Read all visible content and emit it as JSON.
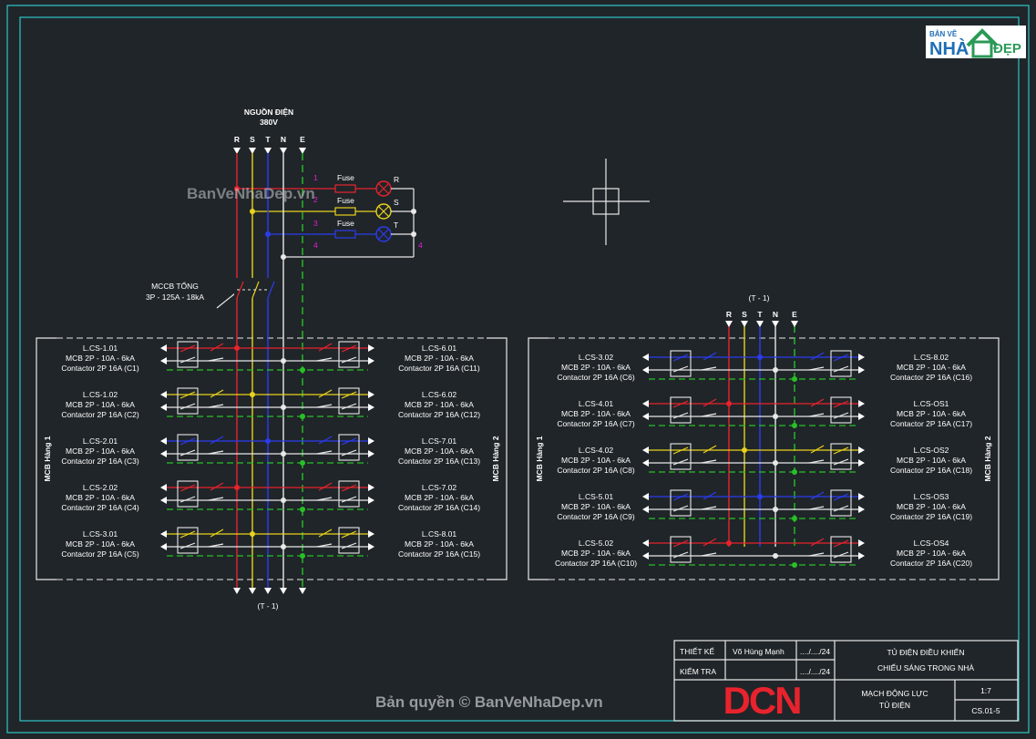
{
  "source": {
    "title": "NGUỒN ĐIỆN",
    "voltage": "380V"
  },
  "phases": [
    "R",
    "S",
    "T",
    "N",
    "E"
  ],
  "control_circuit": {
    "fuse_label": "Fuse",
    "line_numbers": [
      "1",
      "2",
      "3",
      "4"
    ],
    "lamp_labels": [
      "R",
      "S",
      "T"
    ],
    "right_number": "4"
  },
  "main_breaker": {
    "name": "MCCB TỔNG",
    "spec": "3P - 125A - 18kA"
  },
  "t1_label": "(T - 1)",
  "panel1": {
    "left_row_label": "MCB Hàng 1",
    "right_row_label": "MCB Hàng 2",
    "left_items": [
      {
        "name": "L.CS-1.01",
        "mcb": "MCB 2P - 10A - 6kA",
        "contactor": "Contactor 2P 16A (C1)"
      },
      {
        "name": "L.CS-1.02",
        "mcb": "MCB 2P - 10A - 6kA",
        "contactor": "Contactor 2P 16A (C2)"
      },
      {
        "name": "L.CS-2.01",
        "mcb": "MCB 2P - 10A - 6kA",
        "contactor": "Contactor 2P 16A (C3)"
      },
      {
        "name": "L.CS-2.02",
        "mcb": "MCB 2P - 10A - 6kA",
        "contactor": "Contactor 2P 16A (C4)"
      },
      {
        "name": "L.CS-3.01",
        "mcb": "MCB 2P - 10A - 6kA",
        "contactor": "Contactor 2P 16A (C5)"
      }
    ],
    "right_items": [
      {
        "name": "L.CS-6.01",
        "mcb": "MCB 2P - 10A - 6kA",
        "contactor": "Contactor 2P 16A (C11)"
      },
      {
        "name": "L.CS-6.02",
        "mcb": "MCB 2P - 10A - 6kA",
        "contactor": "Contactor 2P 16A (C12)"
      },
      {
        "name": "L.CS-7.01",
        "mcb": "MCB 2P - 10A - 6kA",
        "contactor": "Contactor 2P 16A (C13)"
      },
      {
        "name": "L.CS-7.02",
        "mcb": "MCB 2P - 10A - 6kA",
        "contactor": "Contactor 2P 16A (C14)"
      },
      {
        "name": "L.CS-8.01",
        "mcb": "MCB 2P - 10A - 6kA",
        "contactor": "Contactor 2P 16A (C15)"
      }
    ]
  },
  "panel2": {
    "left_row_label": "MCB Hàng 1",
    "right_row_label": "MCB Hàng 2",
    "left_items": [
      {
        "name": "L.CS-3.02",
        "mcb": "MCB 2P - 10A - 6kA",
        "contactor": "Contactor 2P 16A (C6)"
      },
      {
        "name": "L.CS-4.01",
        "mcb": "MCB 2P - 10A - 6kA",
        "contactor": "Contactor 2P 16A (C7)"
      },
      {
        "name": "L.CS-4.02",
        "mcb": "MCB 2P - 10A - 6kA",
        "contactor": "Contactor 2P 16A (C8)"
      },
      {
        "name": "L.CS-5.01",
        "mcb": "MCB 2P - 10A - 6kA",
        "contactor": "Contactor 2P 16A (C9)"
      },
      {
        "name": "L.CS-5.02",
        "mcb": "MCB 2P - 10A - 6kA",
        "contactor": "Contactor 2P 16A (C10)"
      }
    ],
    "right_items": [
      {
        "name": "L.CS-8.02",
        "mcb": "MCB 2P - 10A - 6kA",
        "contactor": "Contactor 2P 16A (C16)"
      },
      {
        "name": "L.CS-OS1",
        "mcb": "MCB 2P - 10A - 6kA",
        "contactor": "Contactor 2P 16A (C17)"
      },
      {
        "name": "L.CS-OS2",
        "mcb": "MCB 2P - 10A - 6kA",
        "contactor": "Contactor 2P 16A (C18)"
      },
      {
        "name": "L.CS-OS3",
        "mcb": "MCB 2P - 10A - 6kA",
        "contactor": "Contactor 2P 16A (C19)"
      },
      {
        "name": "L.CS-OS4",
        "mcb": "MCB 2P - 10A - 6kA",
        "contactor": "Contactor 2P 16A (C20)"
      }
    ]
  },
  "title_block": {
    "designer_label": "THIẾT KẾ",
    "designer_name": "Võ Hùng Mạnh",
    "date1": "..../..../24",
    "checker_label": "KIỂM TRA",
    "date2": "..../..../24",
    "project_line1": "TỦ ĐIỆN ĐIỀU KHIỂN",
    "project_line2": "CHIẾU SÁNG TRONG NHÀ",
    "drawing_line1": "MẠCH ĐỘNG LỰC",
    "drawing_line2": "TỦ ĐIỆN",
    "scale": "1:7",
    "sheet": "CS.01-5",
    "company_logo_text": "DCN"
  },
  "watermark": {
    "brand_top": "BẢN VẼ",
    "brand_mid": "NHÀ",
    "brand_end": "ĐẸP",
    "site": "BanVeNhaDep.vn",
    "copyright": "Bản quyền © BanVeNhaDep.vn"
  },
  "colors": {
    "R": "#e8232d",
    "S": "#e8d21c",
    "T": "#2b3cf0",
    "N": "#e8e8e8",
    "E": "#27c127",
    "frame": "#2fc7c7",
    "logo": "#e8232d",
    "label": "#e81cd6"
  }
}
